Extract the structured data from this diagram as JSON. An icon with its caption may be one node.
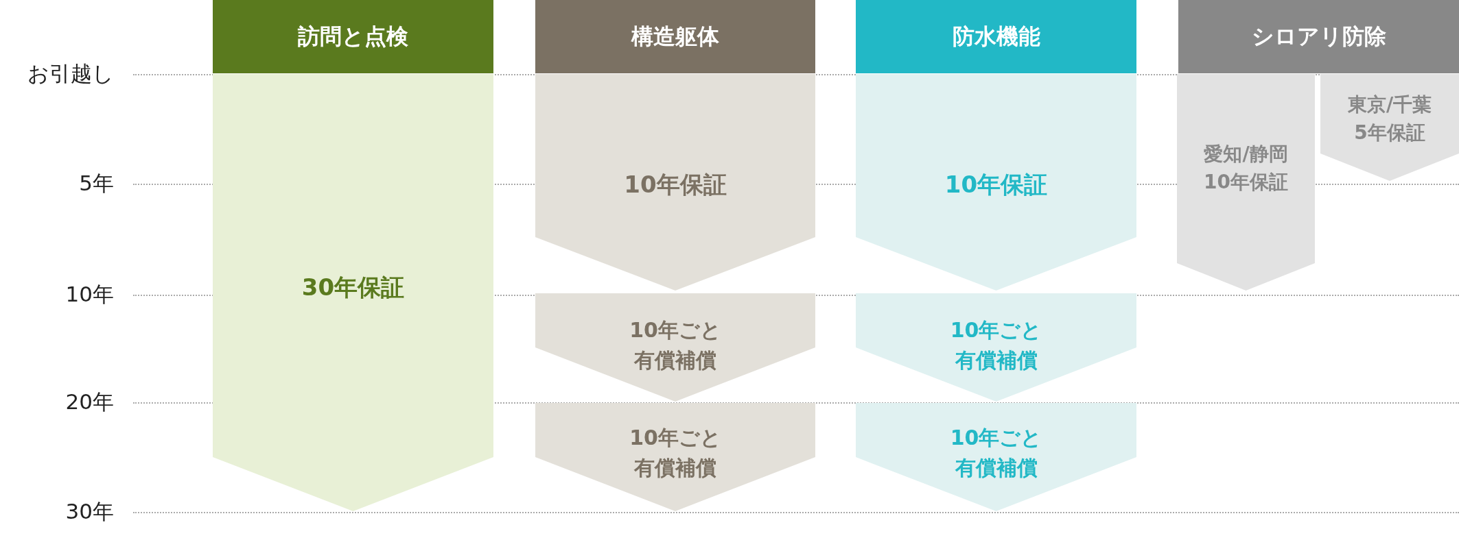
{
  "diagram": {
    "nodes": [
      {
        "text": [
          "訪問と点検"
        ]
      },
      {
        "text": [
          "30年保証"
        ]
      },
      {
        "text": [
          "構造躯体"
        ]
      },
      {
        "text": [
          "10年保証"
        ]
      },
      {
        "text": [
          "10年ごと有償補償"
        ]
      },
      {
        "text": [
          "10年ごと有償補償"
        ]
      },
      {
        "text": [
          "防水機能"
        ]
      },
      {
        "text": [
          "10年保証"
        ]
      },
      {
        "text": [
          "10年ごと有償補償"
        ]
      },
      {
        "text": [
          "10年ごと有償補償"
        ]
      },
      {
        "text": [
          "シロアリ防除"
        ]
      },
      {
        "text": [
          "愛知/静岡10年保証"
        ]
      },
      {
        "text": [
          "東京/千葉5年保証"
        ]
      }
    ],
    "edges": [],
    "labels": [
      "お引越し",
      "5年",
      "10年",
      "20年",
      "30年"
    ]
  }
}
